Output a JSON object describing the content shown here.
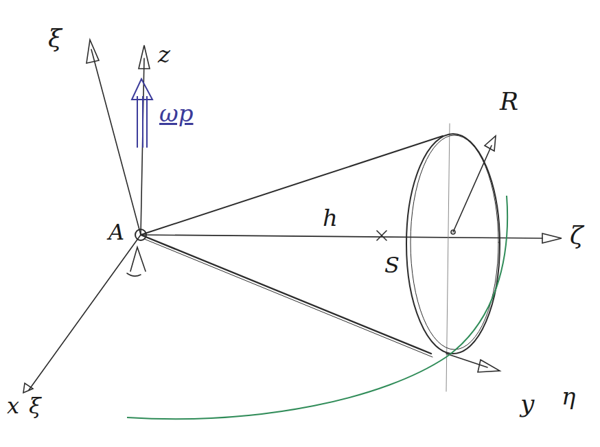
{
  "diagram": {
    "labels": [
      "ξ",
      "z",
      "ωp",
      "A",
      "R",
      "h",
      "S",
      "ζ",
      "x",
      "ξ",
      "y",
      "η"
    ]
  }
}
